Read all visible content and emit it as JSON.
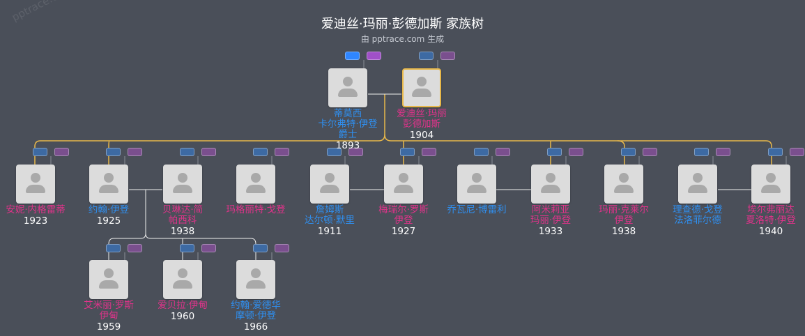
{
  "watermark": "pptrace.com",
  "title": "爱迪丝·玛丽·彭德加斯 家族树",
  "subtitle": "由 pptrace.com 生成",
  "colors": {
    "background": "#4a4f59",
    "male": "#2f8ff0",
    "female": "#e0338a",
    "spouse_line": "#e8b84a",
    "child_line": "#ffffff"
  },
  "people": {
    "timothy": {
      "name": "蒂莫西\n卡尔弗特·伊登\n爵士",
      "year": "1893",
      "gender": "male"
    },
    "edith": {
      "name": "爱迪丝·玛丽\n彭德加斯",
      "year": "1904",
      "gender": "female"
    },
    "annie": {
      "name": "安妮·内格雷蒂",
      "year": "1923",
      "gender": "female"
    },
    "john": {
      "name": "约翰·伊登",
      "year": "1925",
      "gender": "male"
    },
    "belinda": {
      "name": "贝琳达·简\n帕西科",
      "year": "1938",
      "gender": "female"
    },
    "margaret": {
      "name": "玛格丽特·戈登",
      "year": "",
      "gender": "female"
    },
    "james": {
      "name": "詹姆斯\n达尔顿·默里",
      "year": "1911",
      "gender": "male"
    },
    "mary_rose": {
      "name": "梅瑞尔·罗斯\n伊登",
      "year": "1927",
      "gender": "female"
    },
    "giovanni": {
      "name": "乔瓦尼·博雷利",
      "year": "",
      "gender": "male"
    },
    "amelia": {
      "name": "阿米莉亚\n玛丽·伊登",
      "year": "1933",
      "gender": "female"
    },
    "mary_clare": {
      "name": "玛丽·克莱尔\n伊登",
      "year": "1938",
      "gender": "female"
    },
    "richard": {
      "name": "理查德·戈登\n法洛菲尔德",
      "year": "",
      "gender": "male"
    },
    "elfrida": {
      "name": "埃尔弗丽达\n夏洛特·伊登",
      "year": "1940",
      "gender": "female"
    },
    "emily": {
      "name": "艾米丽·罗斯\n伊甸",
      "year": "1959",
      "gender": "female"
    },
    "isabella": {
      "name": "爱贝拉·伊甸",
      "year": "1960",
      "gender": "female"
    },
    "john_edward": {
      "name": "约翰·爱德华\n摩顿·伊登",
      "year": "1966",
      "gender": "male"
    }
  }
}
